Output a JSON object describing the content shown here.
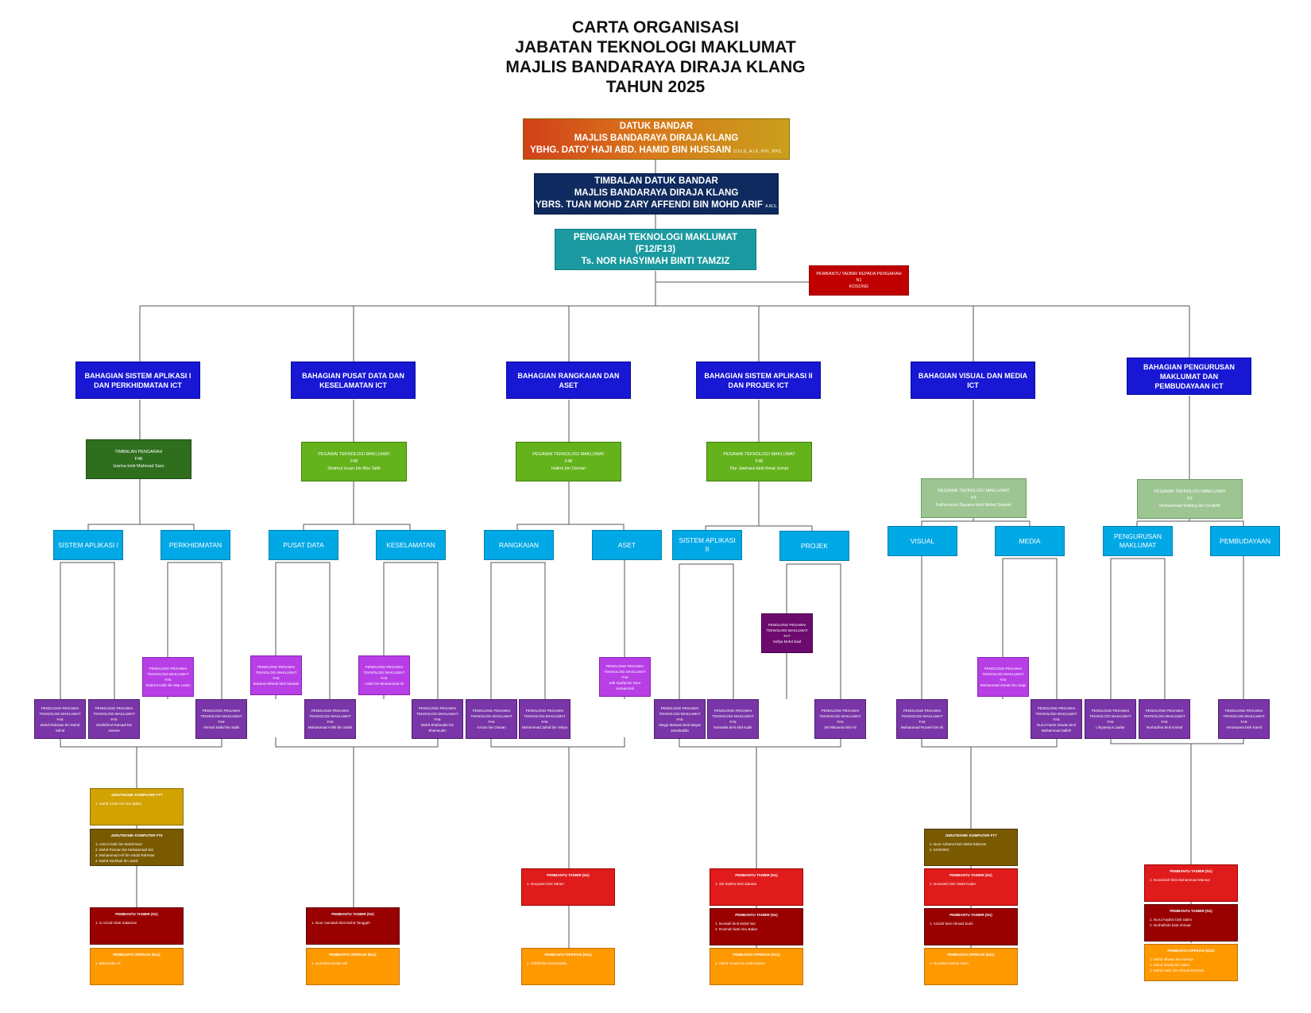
{
  "title": {
    "line1": "CARTA ORGANISASI",
    "line2": "JABATAN TEKNOLOGI MAKLUMAT",
    "line3": "MAJLIS BANDARAYA DIRAJA KLANG",
    "line4": "TAHUN 2025"
  },
  "colors": {
    "top": "#d8761a",
    "navy": "#0f2a5e",
    "teal": "#1a9aa0",
    "section": "#1717d4",
    "lead": "#64b31c",
    "unit": "#00a8e6",
    "staff": "#7a35a8",
    "red": "#e01b1b",
    "dark_red": "#990000",
    "orange": "#ff9900",
    "gold": "#d1a200",
    "olive": "#7a5a00"
  },
  "datuk_bandar": {
    "l1": "DATUK BANDAR",
    "l2": "MAJLIS BANDARAYA DIRAJA KLANG",
    "l3": "YBHG. DATO' HAJI ABD. HAMID BIN HUSSAIN",
    "l3_small": "D.S.I.S., A.I.S., P.P.I., P.P.C."
  },
  "timbalan": {
    "l1": "TIMBALAN DATUK BANDAR",
    "l2": "MAJLIS BANDARAYA DIRAJA KLANG",
    "l3": "YBRS. TUAN MOHD ZARY AFFENDI BIN MOHD ARIF",
    "l3_small": "A.M.S."
  },
  "pengarah": {
    "l1": "PENGARAH TEKNOLOGI MAKLUMAT",
    "l2": "(F12/F13)",
    "l3": "Ts. NOR HASYIMAH BINTI TAMZIZ"
  },
  "pembantu": {
    "l1": "PEMBANTU TADBIR KEPADA PENGARAH",
    "l2": "N1",
    "l3": "KOSONG"
  },
  "sections": [
    {
      "name": "BAHAGIAN SISTEM APLIKASI I DAN PERKHIDMATAN ICT",
      "lead": {
        "title": "TIMBALAN PENGARAH",
        "grade": "F48",
        "person": "Izarina binti Mahmad Saro"
      },
      "units": [
        "SISTEM APLIKASI I",
        "PERKHIDMATAN"
      ]
    },
    {
      "name": "BAHAGIAN PUSAT DATA DAN KESELAMATAN ICT",
      "lead": {
        "title": "PEGAWAI TEKNOLOGI MAKLUMAT",
        "grade": "F48",
        "person": "Shahrul Izuan bin Abu Talib"
      },
      "units": [
        "PUSAT DATA",
        "KESELAMATAN"
      ]
    },
    {
      "name": "BAHAGIAN RANGKAIAN DAN ASET",
      "lead": {
        "title": "PEGAWAI TEKNOLOGI MAKLUMAT",
        "grade": "F48",
        "person": "Halimi bin Osman"
      },
      "units": [
        "RANGKAIAN",
        "ASET"
      ]
    },
    {
      "name": "BAHAGIAN SISTEM APLIKASI II DAN PROJEK ICT",
      "lead": {
        "title": "PEGAWAI TEKNOLOGI MAKLUMAT",
        "grade": "F48",
        "person": "Nur Jawhara binti Amat Jumpi"
      },
      "units": [
        "SISTEM APLIKASI II",
        "PROJEK"
      ]
    },
    {
      "name": "BAHAGIAN VISUAL DAN MEDIA ICT",
      "lead": {
        "title": "PEGAWAI TEKNOLOGI MAKLUMAT",
        "grade": "F9",
        "person": "Fathurrahul Dayana binti Mohd Salahin"
      },
      "units": [
        "VISUAL",
        "MEDIA"
      ]
    },
    {
      "name": "BAHAGIAN PENGURUSAN MAKLUMAT DAN PEMBUDAYAAN ICT",
      "lead": {
        "title": "PEGAWAI TEKNOLOGI MAKLUMAT",
        "grade": "F9",
        "person": "Muhammad Hafizuj bin Dzulkifli"
      },
      "units": [
        "PENGURUSAN MAKLUMAT",
        "PEMBUDAYAAN"
      ]
    }
  ],
  "staff_role": "PENOLONG PEGAWAI TEKNOLOGI MAKLUMAT",
  "staff": [
    {
      "grade": "FA5",
      "person": "Mohd Ridzwan bin Mohd Sahid"
    },
    {
      "grade": "FA5",
      "person": "Shahkhirul Ramadi bin Jonnes"
    },
    {
      "grade": "FA5",
      "person": "Shahrul Hafiz bin Mat Lasim"
    },
    {
      "grade": "FA5",
      "person": "Ahmad Saiful bin Sabli"
    },
    {
      "grade": "FA5",
      "person": "Suhana Hilmiah binti Sarduin"
    },
    {
      "grade": "FA5",
      "person": "Muhammad Azhili bin Sabki"
    },
    {
      "grade": "FA5",
      "person": "Azlan bin Muhammad Ali"
    },
    {
      "grade": "FA5",
      "person": "Mohd Shahirudin bin Shamsudin"
    },
    {
      "grade": "FA5",
      "person": "Azizan bin Osman"
    },
    {
      "grade": "FA5",
      "person": "Muhammad Zahid bin Yahya"
    },
    {
      "grade": "FA5",
      "person": "Edit Syafiq bin Noor Kamaruzali"
    },
    {
      "grade": "FA5",
      "person": "Mayja Maisara binti Mayat Jamaluddin"
    },
    {
      "grade": "FA5",
      "person": "Nurnadia binti Abd Kadir"
    },
    {
      "grade": "FA7",
      "person": "Sofiya Mohd Said"
    },
    {
      "grade": "FA5",
      "person": "Siti Nikyunia binti Ali"
    },
    {
      "grade": "FA5",
      "person": "Muhammad Ruzaini bin Ali"
    },
    {
      "grade": "FA5",
      "person": "Muhammad Zuhairi bin Saipi"
    },
    {
      "grade": "FA5",
      "person": "Nurul Fasmi Nirwan binti Muhammad Salleh"
    },
    {
      "grade": "FA5",
      "person": "Lihyaenyus Jaafar"
    },
    {
      "grade": "FA5",
      "person": "Nurhazlina binti Kamal"
    },
    {
      "grade": "FA5",
      "person": "Asmaryana binti Kamil"
    }
  ],
  "info_boxes": [
    {
      "title": "JURUTEKNIK KOMPUTER FT7",
      "lines": [
        "1. Mohd Azhar bin Abu Bakar"
      ]
    },
    {
      "title": "JURUTEKNIK KOMPUTER FT6",
      "lines": [
        "1. Azizul Hafiz bin Mohd Noor",
        "2. Mohd Rizman bin Muhammad Sal",
        "3. Muhammad Arif bin Abdul Rahman",
        "4. Mohd Nurkhair bin Jamil"
      ]
    },
    {
      "title": "PEMBANTU TADBIR (N1)",
      "lines": [
        "1. S.Azizah binti Sulaiman"
      ]
    },
    {
      "title": "PEMBANTU OPERASI (N11)",
      "lines": [
        "1. Baharudin Ali"
      ]
    },
    {
      "title": "PEMBANTU TADBIR (N1)",
      "lines": [
        "1. Noor Asmidah binti Mohd Tanggah"
      ]
    },
    {
      "title": "PEMBANTU OPERASI (N11)",
      "lines": [
        "1. Norazlina Mohd Adil"
      ]
    },
    {
      "title": "PEMBANTU TADBIR (N1)",
      "lines": [
        "1. Noryanie binti Sahari"
      ]
    },
    {
      "title": "PEMBANTU OPERASI (N11)",
      "lines": [
        "1. Zulkifli bin Kamaruddin"
      ]
    },
    {
      "title": "PEMBANTU TADBIR (N1)",
      "lines": [
        "1. Siti Zaleha binti Zakaria"
      ]
    },
    {
      "title": "PEMBANTU TADBIR (N1)",
      "lines": [
        "1. Norsiah binti Mohd Nor",
        "2. Rosmah binti Abu Bakar"
      ]
    },
    {
      "title": "PEMBANTU OPERASI (N11)",
      "lines": [
        "1. Mohd Azuan bin Abdul Karim"
      ]
    },
    {
      "title": "JURUTEKNIK KOMPUTER FT7",
      "lines": [
        "1. Noor Azhana binti Abdul Rahman",
        "2. KOSONG"
      ]
    },
    {
      "title": "PEMBANTU TADBIR (N1)",
      "lines": [
        "1. Noraziah binti Abdul Kader"
      ]
    },
    {
      "title": "PEMBANTU TADBIR (N1)",
      "lines": [
        "1. Azizah binti Ahmad Sukri"
      ]
    },
    {
      "title": "PEMBANTU OPERASI (N11)",
      "lines": [
        "1. Norazliza Mohd Adam"
      ]
    },
    {
      "title": "PEMBANTU TADBIR (N1)",
      "lines": [
        "1. Norazizah binti Muhammad Mansor"
      ]
    },
    {
      "title": "PEMBANTU TADBIR (N1)",
      "lines": [
        "1. Nurul Asyikin binti Salim",
        "2. Nurhafizah binti Ahmad"
      ]
    },
    {
      "title": "PEMBANTU OPERASI (N11)",
      "lines": [
        "1. Mohd Ikhwan bin Asiman",
        "2. Mohd Shafiq bin Salim",
        "3. Mohd Hafiz bin Ahmad Rahman"
      ]
    }
  ]
}
